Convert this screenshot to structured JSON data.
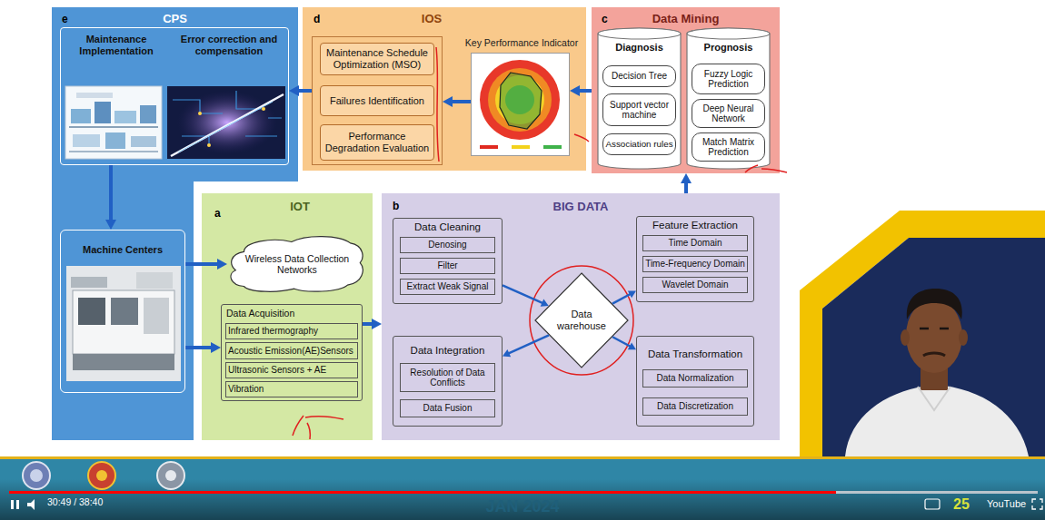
{
  "diagram": {
    "nodes": [
      {
        "text": [
          "e",
          "CPS"
        ]
      },
      {
        "text": [
          "Maintenance Implementation",
          "Error correction and compensation"
        ],
        "in": 0
      },
      {
        "text": [
          "Machine Centers"
        ],
        "in": 0
      },
      {
        "text": [
          "d",
          "IOS"
        ]
      },
      {
        "text": [],
        "in": 3
      },
      {
        "text": [
          "Maintenance Schedule Optimization (MSO)"
        ],
        "in": 4
      },
      {
        "text": [
          "Failures Identification"
        ],
        "in": 4
      },
      {
        "text": [
          "Performance Degradation Evaluation"
        ],
        "in": 4
      },
      {
        "text": [
          "Key Performance Indicator"
        ],
        "in": 3
      },
      {
        "text": [
          "c",
          "Data Mining"
        ]
      },
      {
        "text": [
          "Diagnosis"
        ],
        "in": 9
      },
      {
        "text": [
          "Decision Tree"
        ],
        "in": 10
      },
      {
        "text": [
          "Support vector machine"
        ],
        "in": 10
      },
      {
        "text": [
          "Association rules"
        ],
        "in": 10
      },
      {
        "text": [
          "Prognosis"
        ],
        "in": 9
      },
      {
        "text": [
          "Fuzzy Logic Prediction"
        ],
        "in": 14
      },
      {
        "text": [
          "Deep Neural Network"
        ],
        "in": 14
      },
      {
        "text": [
          "Match Matrix Prediction"
        ],
        "in": 14
      },
      {
        "text": [
          "a",
          "IOT"
        ]
      },
      {
        "text": [
          "Wireless Data Collection Networks"
        ],
        "in": 18
      },
      {
        "text": [
          "Data Acquisition"
        ],
        "in": 18
      },
      {
        "text": [
          "Infrared thermography"
        ],
        "in": 20
      },
      {
        "text": [
          "Acoustic Emission(AE)Sensors"
        ],
        "in": 20
      },
      {
        "text": [
          "Ultrasonic Sensors + AE"
        ],
        "in": 20
      },
      {
        "text": [
          "Vibration"
        ],
        "in": 20
      },
      {
        "text": [
          "b",
          "BIG DATA"
        ]
      },
      {
        "text": [
          "Data Cleaning"
        ],
        "in": 25
      },
      {
        "text": [
          "Denosing"
        ],
        "in": 26
      },
      {
        "text": [
          "Filter"
        ],
        "in": 26
      },
      {
        "text": [
          "Extract Weak Signal"
        ],
        "in": 26
      },
      {
        "text": [
          "Feature Extraction"
        ],
        "in": 25
      },
      {
        "text": [
          "Time Domain"
        ],
        "in": 30
      },
      {
        "text": [
          "Time-Frequency Domain"
        ],
        "in": 30
      },
      {
        "text": [
          "Wavelet Domain"
        ],
        "in": 30
      },
      {
        "text": [
          "Data warehouse"
        ],
        "in": 25
      },
      {
        "text": [
          "Data Integration"
        ],
        "in": 25
      },
      {
        "text": [
          "Resolution of Data Conflicts"
        ],
        "in": 35
      },
      {
        "text": [
          "Data Fusion"
        ],
        "in": 35
      },
      {
        "text": [
          "Data Transformation"
        ],
        "in": 25
      },
      {
        "text": [
          "Data Normalization"
        ],
        "in": 38
      },
      {
        "text": [
          "Data Discretization"
        ],
        "in": 38
      }
    ],
    "edges": [
      {
        "from": 1,
        "to": 2,
        "arrow": "to"
      },
      {
        "from": 2,
        "to": 19,
        "arrow": "to"
      },
      {
        "from": 2,
        "to": 20,
        "arrow": "to"
      },
      {
        "from": 20,
        "to": 25,
        "arrow": "to"
      },
      {
        "from": 25,
        "to": 9,
        "arrow": "to"
      },
      {
        "from": 9,
        "to": 8,
        "arrow": "to"
      },
      {
        "from": 8,
        "to": 4,
        "arrow": "to"
      },
      {
        "from": 4,
        "to": 1,
        "arrow": "to"
      },
      {
        "from": 26,
        "to": 34,
        "arrow": "to"
      },
      {
        "from": 34,
        "to": 30,
        "arrow": "to"
      },
      {
        "from": 34,
        "to": 35,
        "arrow": "to"
      },
      {
        "from": 34,
        "to": 38,
        "arrow": "to"
      }
    ],
    "labels": [
      "30:49 / 38:40",
      "JAN 2024",
      "25",
      "YouTube"
    ]
  }
}
